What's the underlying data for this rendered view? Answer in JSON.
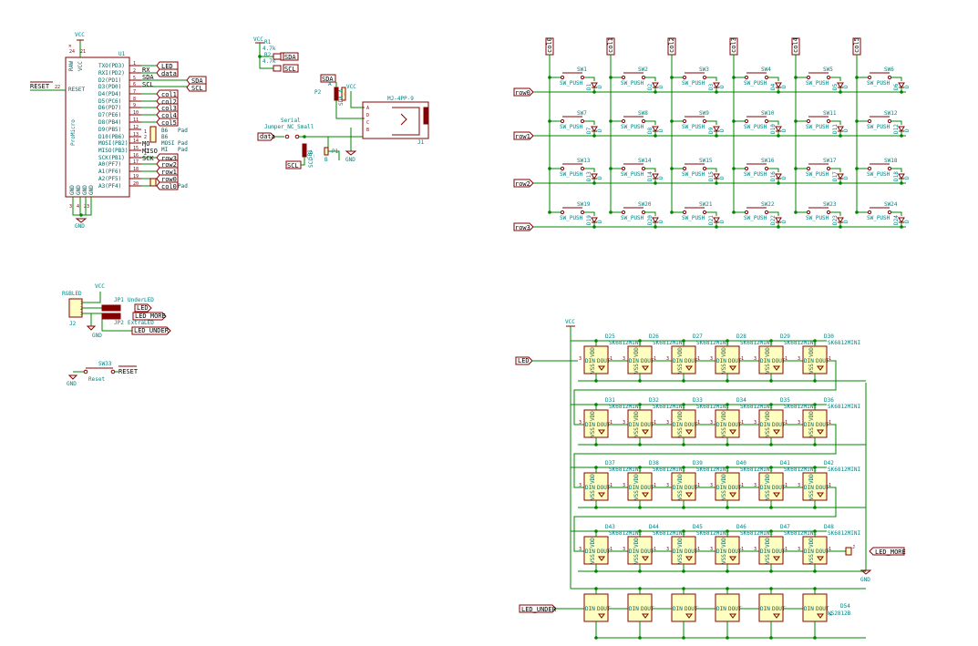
{
  "mcu": {
    "ref": "U1",
    "value": "ProMicro",
    "left_pins": [
      "RAW",
      "VCC",
      "RESET"
    ],
    "left_pin_nums": [
      "24",
      "21",
      "22"
    ],
    "bottom_pins": [
      "GND",
      "GND",
      "GND",
      "GND"
    ],
    "bottom_pin_nums": [
      "3",
      "4",
      "23"
    ],
    "right_pins": [
      "TXO(PD3)",
      "RXI(PD2)",
      "D2(PD1)",
      "D3(PD0)",
      "D4(PD4)",
      "D5(PC6)",
      "D6(PD7)",
      "D7(PE6)",
      "D8(PB4)",
      "D9(PB5)",
      "D10(PB6)",
      "MOSI(PB2)",
      "MISO(PB3)",
      "SCK(PB1)",
      "A0(PF7)",
      "A1(PF6)",
      "A2(PF5)",
      "A3(PF4)"
    ],
    "right_pin_nums": [
      "1",
      "2",
      "5",
      "6",
      "7",
      "8",
      "9",
      "10",
      "11",
      "12",
      "13",
      "14",
      "15",
      "16",
      "17",
      "18",
      "19",
      "20"
    ],
    "net_rx": "RX",
    "net_sda": "SDA",
    "net_scl": "SCL",
    "net_mo": "MO",
    "net_mi": "MISO",
    "net_sck": "SCK",
    "pad_nums": [
      "1",
      "2",
      "1",
      "2"
    ],
    "pad_names": [
      "B6",
      "B6",
      "MOSI",
      "MI"
    ],
    "pad_word": "Pad",
    "labels": [
      "LED",
      "data",
      "SDA",
      "SCL",
      "col1",
      "col2",
      "col3",
      "col4",
      "col5",
      "row3",
      "row2",
      "row1",
      "row0",
      "col0"
    ],
    "reset_net": "RESET",
    "vcc": "VCC",
    "gnd": "GND"
  },
  "i2c": {
    "r1_ref": "R1",
    "r1_val": "4.7k",
    "r2_ref": "R2",
    "r2_val": "4.7k",
    "sda": "SDA",
    "scl": "SCL",
    "vcc": "VCC"
  },
  "jack": {
    "ref": "J1",
    "value": "MJ-4PP-9",
    "pins": [
      "A",
      "D",
      "C",
      "B"
    ],
    "p2_ref": "P2",
    "p2_label": "A",
    "p1_ref": "P1",
    "p1_label": "B",
    "sda": "SDA",
    "scl": "SCL",
    "data": "data",
    "serial_title": "Serial",
    "jumper": "Jumper_NC_Small",
    "sb_ref": "SB1",
    "sb_val": "SDA_A",
    "scl_b": "SCL_B",
    "vcc": "VCC",
    "gnd": "GND"
  },
  "matrix": {
    "cols": [
      "col0",
      "col1",
      "col2",
      "col3",
      "col4",
      "col5"
    ],
    "rows": [
      "row0",
      "row1",
      "row2",
      "row3"
    ],
    "switch_prefix": "SW",
    "switch_value": "SW_PUSH",
    "diode_prefix": "D",
    "diode_value": "D",
    "switch_numbers": [
      1,
      2,
      3,
      4,
      5,
      6,
      7,
      8,
      9,
      10,
      11,
      12,
      13,
      14,
      15,
      16,
      17,
      18,
      19,
      20,
      21,
      22,
      23,
      24
    ]
  },
  "rgb_conn": {
    "ref": "J2",
    "value": "RGBLED",
    "pins": [
      "1",
      "2",
      "3"
    ],
    "jp1_ref": "JP1",
    "jp1_val": "UnderLED",
    "jp2_ref": "JP2",
    "jp2_val": "ExtraLED",
    "led": "LED",
    "led_more": "LED_MORE",
    "led_under": "LED_UNDER",
    "vcc": "VCC",
    "gnd": "GND"
  },
  "reset_sw": {
    "ref": "SW33",
    "value": "Reset",
    "net": "RESET",
    "gnd": "GND"
  },
  "leds": {
    "vcc": "VCC",
    "gnd": "GND",
    "led_in": "LED",
    "led_more": "LED_MORE",
    "led_under": "LED_UNDER",
    "part": "SK6812MINI",
    "part_last": "WS2812B",
    "pin_din": "DIN",
    "pin_dout": "DOUT",
    "pin_vdd": "VDD",
    "pin_vss": "VSS",
    "rows": [
      [
        "D25",
        "D26",
        "D27",
        "D28",
        "D29",
        "D30"
      ],
      [
        "D31",
        "D32",
        "D33",
        "D34",
        "D35",
        "D36"
      ],
      [
        "D37",
        "D38",
        "D39",
        "D40",
        "D41",
        "D42"
      ],
      [
        "D43",
        "D44",
        "D45",
        "D46",
        "D47",
        "D48"
      ]
    ],
    "under_last_ref": "D54",
    "more_jack": "J"
  }
}
